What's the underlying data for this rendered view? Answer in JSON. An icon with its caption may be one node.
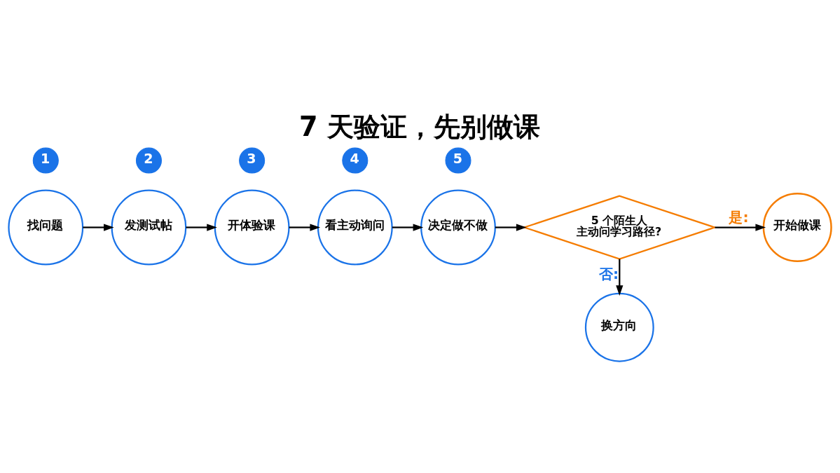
{
  "diagram": {
    "title": "7 天验证，先别做课",
    "nodes": [
      {
        "text": [
          "1"
        ]
      },
      {
        "text": [
          "找问题"
        ]
      },
      {
        "text": [
          "2"
        ]
      },
      {
        "text": [
          "发测试帖"
        ]
      },
      {
        "text": [
          "3"
        ]
      },
      {
        "text": [
          "开体验课"
        ]
      },
      {
        "text": [
          "4"
        ]
      },
      {
        "text": [
          "看主动询问"
        ]
      },
      {
        "text": [
          "5"
        ]
      },
      {
        "text": [
          "决定做不做"
        ]
      },
      {
        "text": [
          "5 个陌生人主动问学习路径?"
        ]
      },
      {
        "text": [
          "开始做课"
        ]
      },
      {
        "text": [
          "换方向"
        ]
      }
    ],
    "edges": [
      {
        "from": 1,
        "to": 3,
        "arrow": "to"
      },
      {
        "from": 3,
        "to": 5,
        "arrow": "to"
      },
      {
        "from": 5,
        "to": 7,
        "arrow": "to"
      },
      {
        "from": 7,
        "to": 9,
        "arrow": "to"
      },
      {
        "from": 9,
        "to": 10,
        "arrow": "to"
      },
      {
        "from": 10,
        "to": 11,
        "arrow": "to",
        "label": "是:"
      },
      {
        "from": 10,
        "to": 12,
        "arrow": "to",
        "label": "否:"
      }
    ]
  }
}
